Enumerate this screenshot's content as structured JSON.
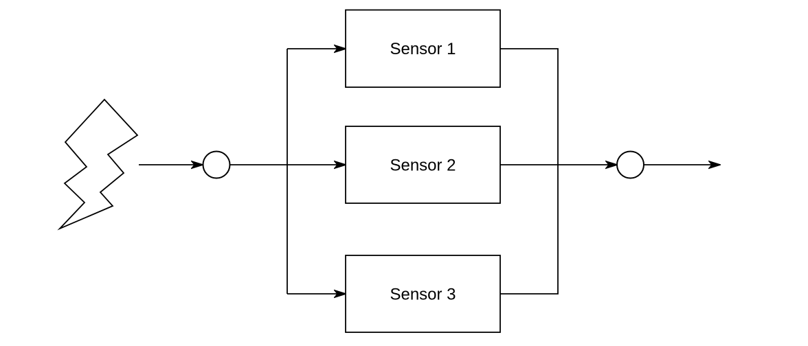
{
  "colors": {
    "background": "#ffffff",
    "stroke": "#000000",
    "shape_fill": "#ffffff",
    "text": "#000000"
  },
  "diagram": {
    "type": "block-diagram",
    "nodes": [
      {
        "id": "shock-source",
        "shape": "lightning-bolt",
        "label": ""
      },
      {
        "id": "input-junction",
        "shape": "circle",
        "label": ""
      },
      {
        "id": "sensor-1",
        "shape": "rectangle",
        "label": "Sensor 1"
      },
      {
        "id": "sensor-2",
        "shape": "rectangle",
        "label": "Sensor 2"
      },
      {
        "id": "sensor-3",
        "shape": "rectangle",
        "label": "Sensor 3"
      },
      {
        "id": "output-junction",
        "shape": "circle",
        "label": ""
      }
    ],
    "edges": [
      {
        "from": "shock-source",
        "to": "input-junction",
        "arrowhead": true
      },
      {
        "from": "input-junction",
        "to": "sensor-1",
        "arrowhead": true
      },
      {
        "from": "input-junction",
        "to": "sensor-2",
        "arrowhead": true
      },
      {
        "from": "input-junction",
        "to": "sensor-3",
        "arrowhead": true
      },
      {
        "from": "sensor-1",
        "to": "output-junction",
        "arrowhead": false
      },
      {
        "from": "sensor-2",
        "to": "output-junction",
        "arrowhead": true
      },
      {
        "from": "sensor-3",
        "to": "output-junction",
        "arrowhead": false
      },
      {
        "from": "output-junction",
        "to": "system-output",
        "arrowhead": true
      }
    ]
  }
}
